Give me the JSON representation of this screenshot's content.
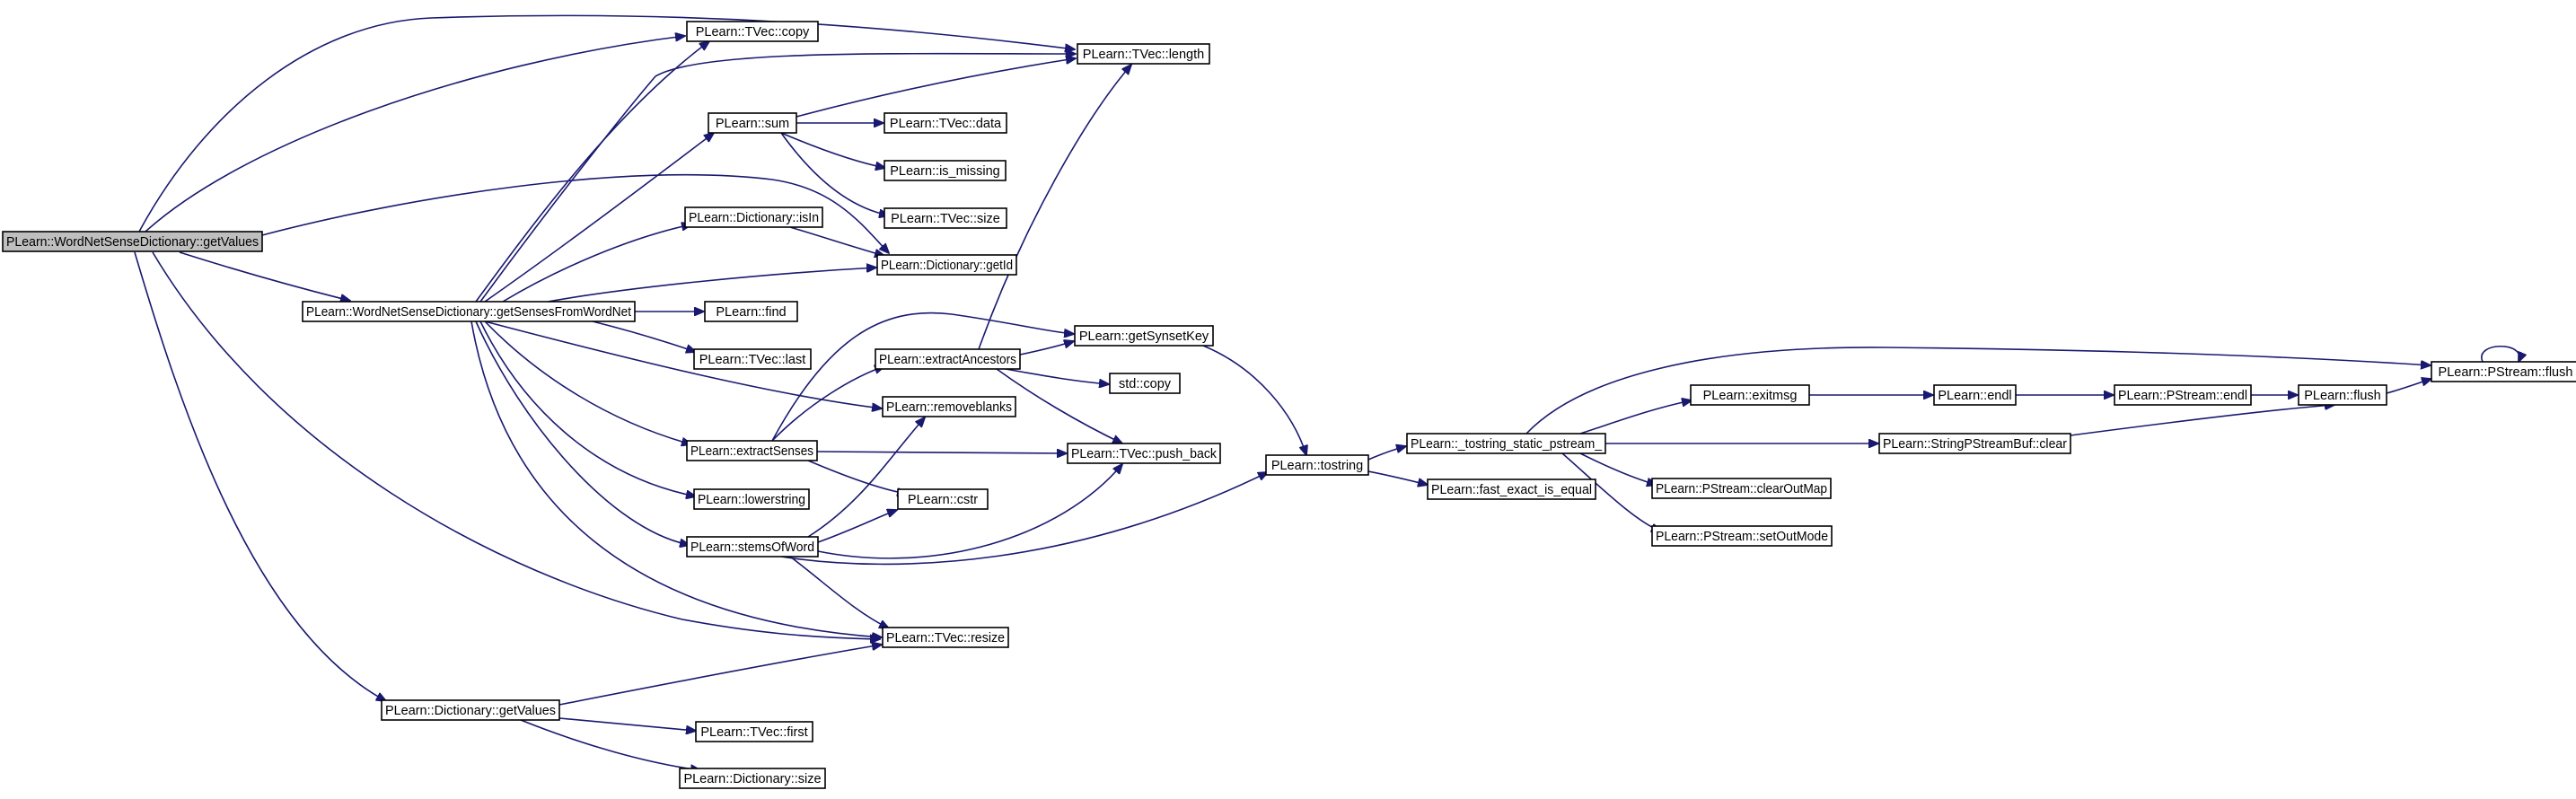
{
  "diagram": {
    "nodes": [
      {
        "id": "root",
        "label": "PLearn::WordNetSenseDictionary::getValues",
        "root": true
      },
      {
        "id": "copy",
        "label": "PLearn::TVec::copy"
      },
      {
        "id": "length",
        "label": "PLearn::TVec::length"
      },
      {
        "id": "sum",
        "label": "PLearn::sum"
      },
      {
        "id": "data",
        "label": "PLearn::TVec::data"
      },
      {
        "id": "ismiss",
        "label": "PLearn::is_missing"
      },
      {
        "id": "tsize",
        "label": "PLearn::TVec::size"
      },
      {
        "id": "isin",
        "label": "PLearn::Dictionary::isIn"
      },
      {
        "id": "getid",
        "label": "PLearn::Dictionary::getId"
      },
      {
        "id": "gsfw",
        "label": "PLearn::WordNetSenseDictionary::getSensesFromWordNet"
      },
      {
        "id": "find",
        "label": "PLearn::find"
      },
      {
        "id": "last",
        "label": "PLearn::TVec::last"
      },
      {
        "id": "extanc",
        "label": "PLearn::extractAncestors"
      },
      {
        "id": "synkey",
        "label": "PLearn::getSynsetKey"
      },
      {
        "id": "stdcopy",
        "label": "std::copy"
      },
      {
        "id": "rmblank",
        "label": "PLearn::removeblanks"
      },
      {
        "id": "extsen",
        "label": "PLearn::extractSenses"
      },
      {
        "id": "pushb",
        "label": "PLearn::TVec::push_back"
      },
      {
        "id": "lowers",
        "label": "PLearn::lowerstring"
      },
      {
        "id": "cstr",
        "label": "PLearn::cstr"
      },
      {
        "id": "stems",
        "label": "PLearn::stemsOfWord"
      },
      {
        "id": "resize",
        "label": "PLearn::TVec::resize"
      },
      {
        "id": "dgetv",
        "label": "PLearn::Dictionary::getValues"
      },
      {
        "id": "first",
        "label": "PLearn::TVec::first"
      },
      {
        "id": "dsize",
        "label": "PLearn::Dictionary::size"
      },
      {
        "id": "tostr",
        "label": "PLearn::tostring"
      },
      {
        "id": "tsps",
        "label": "PLearn::_tostring_static_pstream_"
      },
      {
        "id": "fexact",
        "label": "PLearn::fast_exact_is_equal"
      },
      {
        "id": "exitm",
        "label": "PLearn::exitmsg"
      },
      {
        "id": "endl",
        "label": "PLearn::endl"
      },
      {
        "id": "psendl",
        "label": "PLearn::PStream::endl"
      },
      {
        "id": "flush",
        "label": "PLearn::flush"
      },
      {
        "id": "psflush",
        "label": "PLearn::PStream::flush"
      },
      {
        "id": "spsclear",
        "label": "PLearn::StringPStreamBuf::clear"
      },
      {
        "id": "clrmap",
        "label": "PLearn::PStream::clearOutMap"
      },
      {
        "id": "setmode",
        "label": "PLearn::PStream::setOutMode"
      }
    ],
    "edges": [
      [
        "root",
        "copy"
      ],
      [
        "root",
        "length"
      ],
      [
        "root",
        "getid"
      ],
      [
        "root",
        "gsfw"
      ],
      [
        "root",
        "resize"
      ],
      [
        "root",
        "dgetv"
      ],
      [
        "gsfw",
        "copy"
      ],
      [
        "gsfw",
        "length"
      ],
      [
        "gsfw",
        "sum"
      ],
      [
        "gsfw",
        "isin"
      ],
      [
        "gsfw",
        "getid"
      ],
      [
        "gsfw",
        "find"
      ],
      [
        "gsfw",
        "last"
      ],
      [
        "gsfw",
        "rmblank"
      ],
      [
        "gsfw",
        "extsen"
      ],
      [
        "gsfw",
        "lowers"
      ],
      [
        "gsfw",
        "stems"
      ],
      [
        "gsfw",
        "resize"
      ],
      [
        "sum",
        "length"
      ],
      [
        "sum",
        "data"
      ],
      [
        "sum",
        "ismiss"
      ],
      [
        "sum",
        "tsize"
      ],
      [
        "isin",
        "getid"
      ],
      [
        "extsen",
        "synkey"
      ],
      [
        "extsen",
        "extanc"
      ],
      [
        "extsen",
        "pushb"
      ],
      [
        "extsen",
        "cstr"
      ],
      [
        "extanc",
        "length"
      ],
      [
        "extanc",
        "synkey"
      ],
      [
        "extanc",
        "stdcopy"
      ],
      [
        "extanc",
        "pushb"
      ],
      [
        "stems",
        "rmblank"
      ],
      [
        "stems",
        "cstr"
      ],
      [
        "stems",
        "pushb"
      ],
      [
        "stems",
        "resize"
      ],
      [
        "stems",
        "tostr"
      ],
      [
        "synkey",
        "tostr"
      ],
      [
        "dgetv",
        "resize"
      ],
      [
        "dgetv",
        "first"
      ],
      [
        "dgetv",
        "dsize"
      ],
      [
        "tostr",
        "tsps"
      ],
      [
        "tostr",
        "fexact"
      ],
      [
        "tsps",
        "psflush"
      ],
      [
        "tsps",
        "exitm"
      ],
      [
        "tsps",
        "spsclear"
      ],
      [
        "tsps",
        "clrmap"
      ],
      [
        "tsps",
        "setmode"
      ],
      [
        "exitm",
        "endl"
      ],
      [
        "endl",
        "psendl"
      ],
      [
        "psendl",
        "flush"
      ],
      [
        "flush",
        "psflush"
      ],
      [
        "spsclear",
        "flush"
      ],
      [
        "psflush",
        "psflush"
      ]
    ]
  }
}
